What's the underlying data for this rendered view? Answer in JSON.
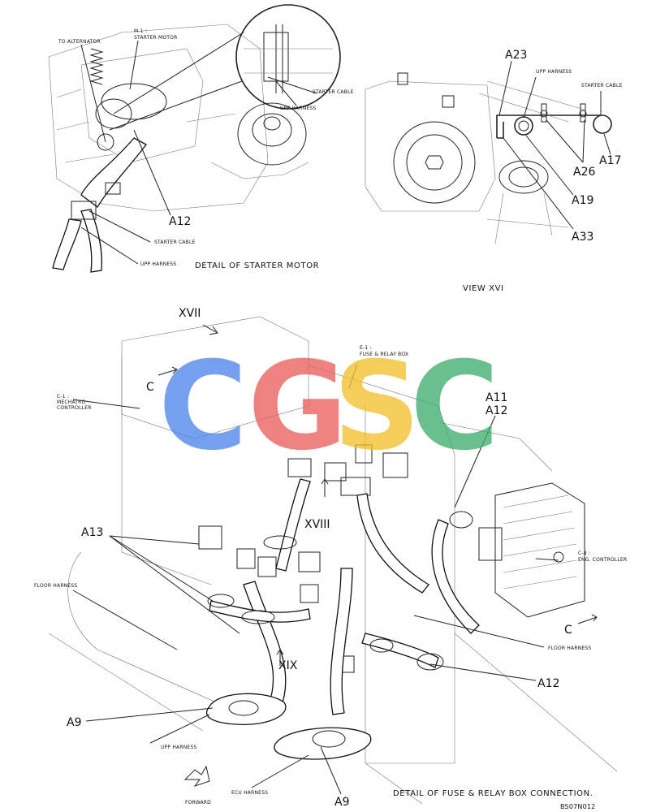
{
  "top_left": {
    "caption": "DETAIL OF STARTER MOTOR",
    "labels": {
      "to_alternator": "TO ALTERNATOR",
      "m1": "M-1 :",
      "starter_motor": "STARTER MOTOR",
      "starter_cable_inset": "STARTER CABLE",
      "upp_harness_inset": "UPP HARNESS",
      "a12": "A12",
      "starter_cable": "STARTER CABLE",
      "upp_harness": "UPP HARNESS"
    }
  },
  "top_right": {
    "caption": "VIEW XVI",
    "labels": {
      "a23": "A23",
      "upp_harness": "UPP HARNESS",
      "starter_cable": "STARTER CABLE",
      "a17": "A17",
      "a26": "A26",
      "a19": "A19",
      "a33": "A33"
    }
  },
  "bottom": {
    "caption": "DETAIL OF FUSE & RELAY BOX CONNECTION.",
    "code": "BS07N012",
    "labels": {
      "xvii": "XVII",
      "c_top": "C",
      "c1": "C-1 :",
      "mechatro": "MECHATRO",
      "controller": "CONTROLLER",
      "e1": "E-1 :",
      "fuse_relay": "FUSE & RELAY BOX",
      "a11": "A11",
      "a12_top": "A12",
      "xviii": "XVIII",
      "a13": "A13",
      "c8": "C-8 :",
      "eng_controller": "ENG. CONTROLLER",
      "floor_harness_left": "FLOOR HARNESS",
      "floor_harness_right": "FLOOR HARNESS",
      "c_right": "C",
      "xix": "XIX",
      "a12_bottom": "A12",
      "a9_left": "A9",
      "upp_harness": "UPP HARNESS",
      "ecu_harness": "ECU HARNESS",
      "a9_bottom": "A9",
      "forward": "FORWARD"
    }
  },
  "watermark": {
    "letters": [
      "C",
      "G",
      "S",
      "C"
    ],
    "colors": [
      "#4f86e8",
      "#ea5f5b",
      "#f2c12e",
      "#3fae6e"
    ]
  }
}
